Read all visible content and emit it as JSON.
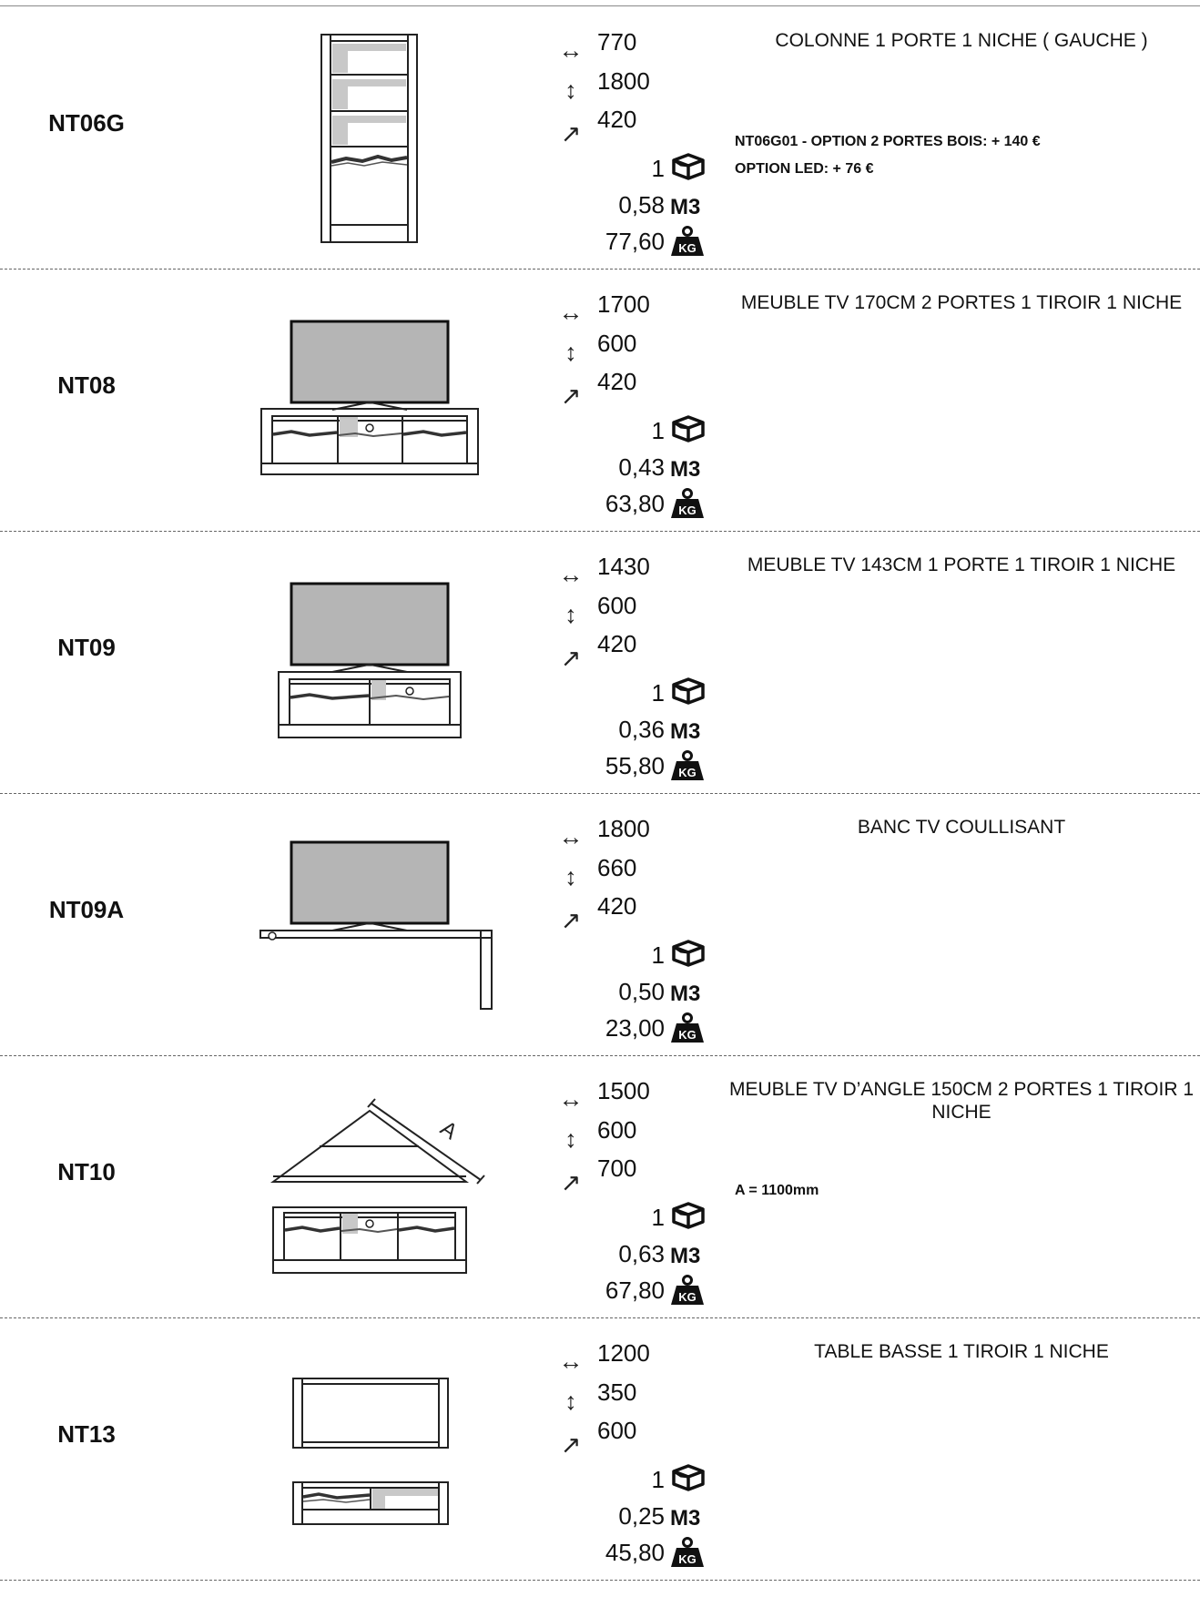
{
  "icons": {
    "width": "width-arrow-icon",
    "height": "height-arrow-icon",
    "depth": "depth-arrow-icon",
    "box": "package-box-icon",
    "weight": "weight-kg-icon"
  },
  "labels": {
    "volume_unit": "M3",
    "weight_unit": "KG"
  },
  "products": [
    {
      "code": "NT06G",
      "width": "770",
      "height": "1800",
      "depth": "420",
      "packages": "1",
      "volume": "0,58",
      "weight": "77,60",
      "description": "COLONNE 1 PORTE 1 NICHE ( GAUCHE )",
      "notes": [
        "NT06G01 - OPTION 2 PORTES BOIS: + 140 €",
        "OPTION LED: + 76 €"
      ]
    },
    {
      "code": "NT08",
      "width": "1700",
      "height": "600",
      "depth": "420",
      "packages": "1",
      "volume": "0,43",
      "weight": "63,80",
      "description": "MEUBLE TV 170CM 2 PORTES 1 TIROIR 1 NICHE",
      "notes": []
    },
    {
      "code": "NT09",
      "width": "1430",
      "height": "600",
      "depth": "420",
      "packages": "1",
      "volume": "0,36",
      "weight": "55,80",
      "description": "MEUBLE TV 143CM 1 PORTE 1 TIROIR 1 NICHE",
      "notes": []
    },
    {
      "code": "NT09A",
      "width": "1800",
      "height": "660",
      "depth": "420",
      "packages": "1",
      "volume": "0,50",
      "weight": "23,00",
      "description": "BANC TV COULLISANT",
      "notes": []
    },
    {
      "code": "NT10",
      "width": "1500",
      "height": "600",
      "depth": "700",
      "packages": "1",
      "volume": "0,63",
      "weight": "67,80",
      "description": "MEUBLE TV D’ANGLE 150CM 2 PORTES 1 TIROIR 1 NICHE",
      "notes": [
        "A = 1100mm"
      ],
      "diagram_label": "A"
    },
    {
      "code": "NT13",
      "width": "1200",
      "height": "350",
      "depth": "600",
      "packages": "1",
      "volume": "0,25",
      "weight": "45,80",
      "description": "TABLE BASSE 1 TIROIR 1 NICHE",
      "notes": []
    }
  ]
}
